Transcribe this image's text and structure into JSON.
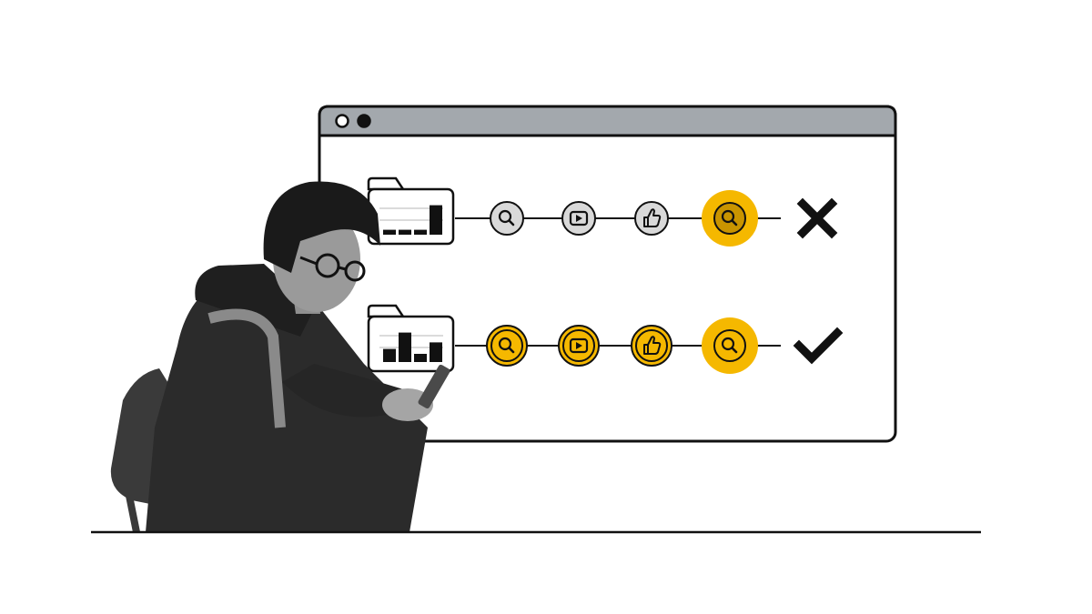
{
  "colors": {
    "outline": "#111111",
    "titlebar": "#a3a8ad",
    "window_bg": "#ffffff",
    "inactive_step": "#d9d9d9",
    "active_step": "#f5b800",
    "active_step_dark": "#c99400",
    "person": "#2b2b2b"
  },
  "window": {
    "controls": [
      "close-dot",
      "minimize-dot"
    ]
  },
  "journeys": [
    {
      "name": "failed-journey",
      "steps": [
        {
          "icon": "search-icon",
          "state": "inactive"
        },
        {
          "icon": "video-play-icon",
          "state": "inactive"
        },
        {
          "icon": "thumbs-up-icon",
          "state": "inactive"
        },
        {
          "icon": "search-icon",
          "state": "active-large-dark"
        }
      ],
      "result_icon": "cross-icon",
      "folder_bars": [
        0.15,
        0.15,
        0.15,
        0.9
      ]
    },
    {
      "name": "successful-journey",
      "steps": [
        {
          "icon": "search-icon",
          "state": "active"
        },
        {
          "icon": "video-play-icon",
          "state": "active"
        },
        {
          "icon": "thumbs-up-icon",
          "state": "active"
        },
        {
          "icon": "search-icon",
          "state": "active-large"
        }
      ],
      "result_icon": "checkmark-icon",
      "folder_bars": [
        0.4,
        0.9,
        0.25,
        0.6
      ]
    }
  ]
}
